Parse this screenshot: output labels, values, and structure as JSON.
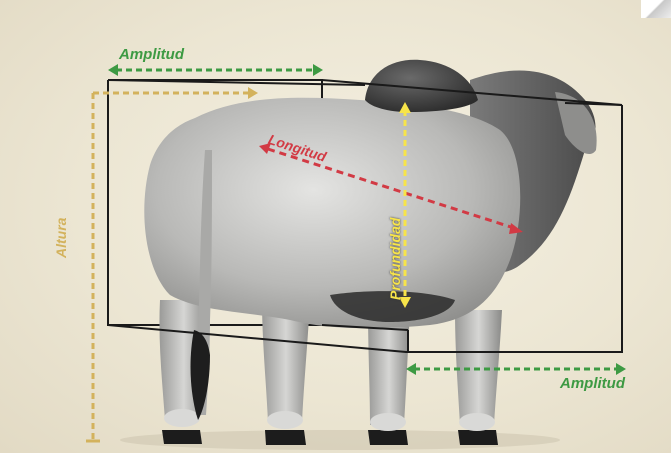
{
  "labels": {
    "amplitud_top": "Amplitud",
    "amplitud_bottom": "Amplitud",
    "altura": "Altura",
    "longitud": "Longitud",
    "profundidad": "Profundidad"
  },
  "colors": {
    "amplitud": "#3d9a43",
    "altura": "#d3b25c",
    "longitud": "#d23a44",
    "profundidad": "#f7e44a",
    "box": "#1a1a1a",
    "background": "#ece6d3"
  },
  "icons": {
    "corner": "page-curl-icon"
  }
}
